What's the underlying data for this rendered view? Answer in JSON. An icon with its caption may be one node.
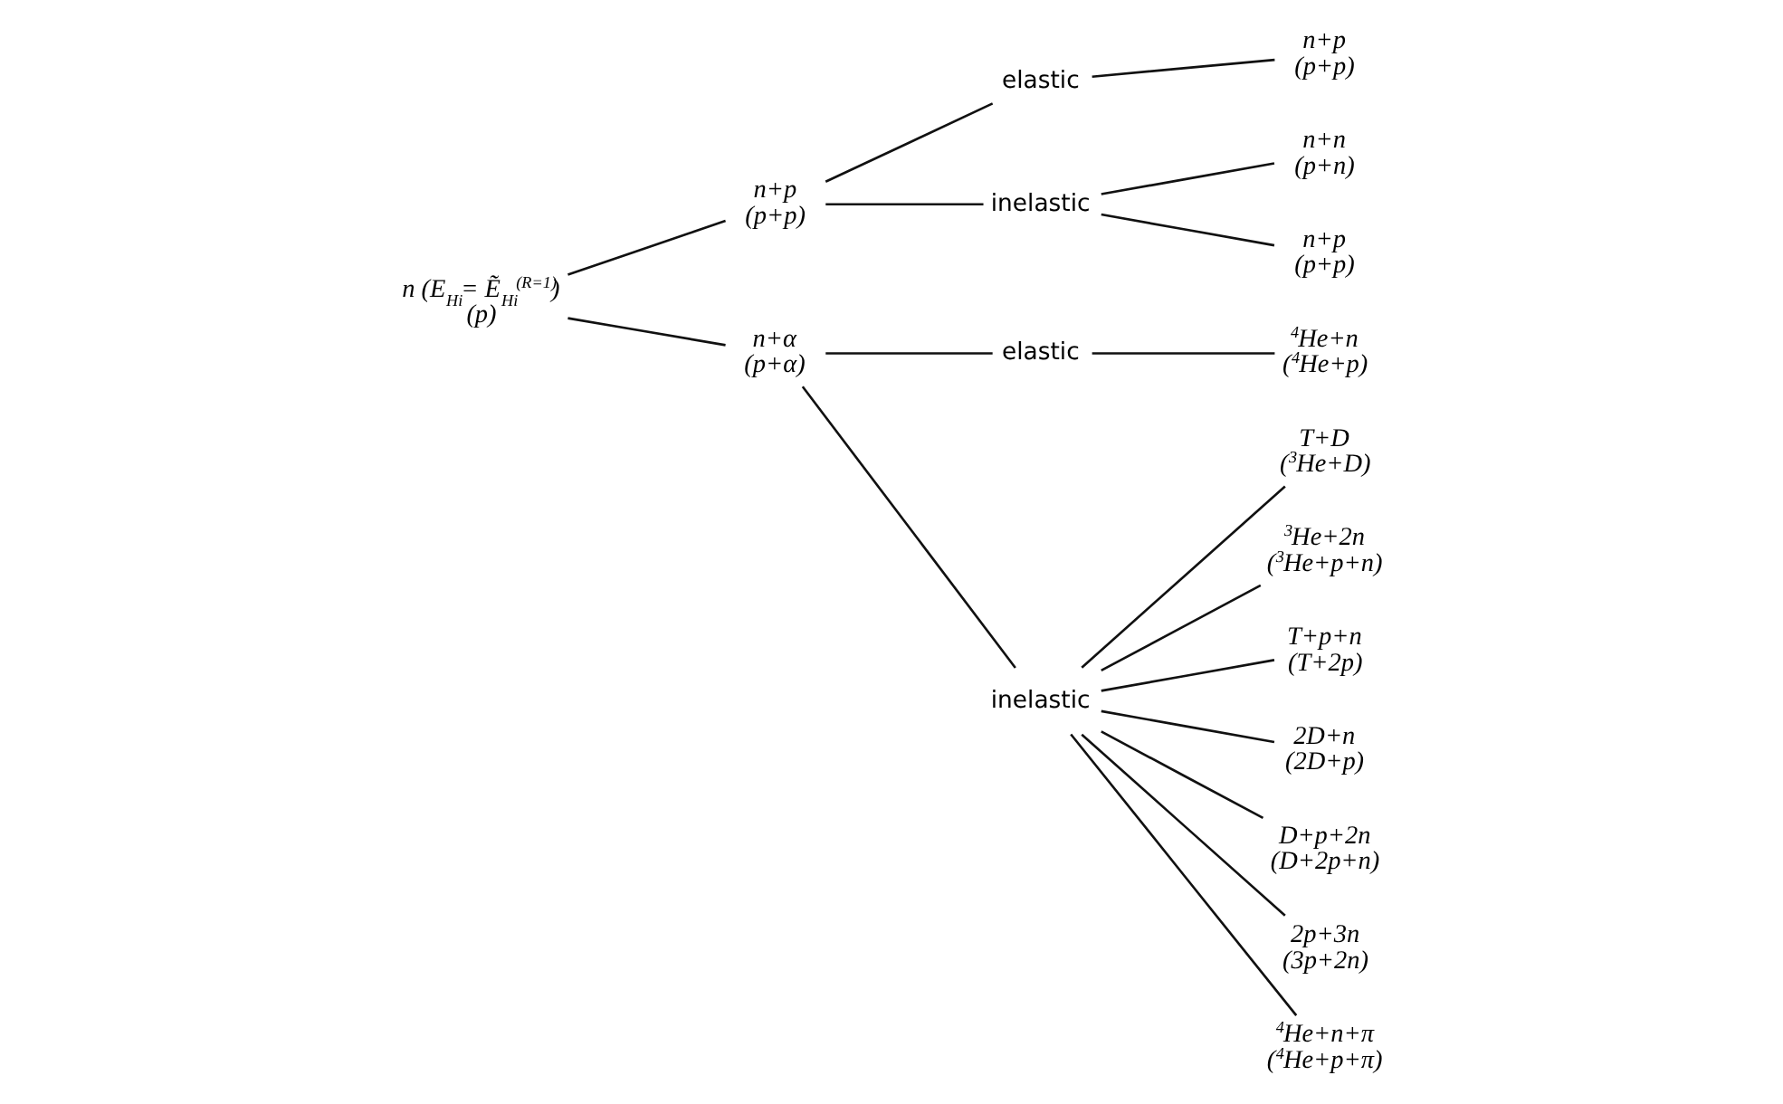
{
  "diagram": {
    "nodes": [
      {
        "text": [
          "n (E$_{Hi}$= Ẽ$_{Hi}$$^{(R=1)}$)",
          "(p)"
        ]
      },
      {
        "text": [
          "n+p",
          "(p+p)"
        ]
      },
      {
        "text": [
          "n+α",
          "(p+α)"
        ]
      },
      {
        "text": [
          "elastic"
        ]
      },
      {
        "text": [
          "inelastic"
        ]
      },
      {
        "text": [
          "n+p",
          "(p+p)"
        ]
      },
      {
        "text": [
          "n+n",
          "(p+n)"
        ]
      },
      {
        "text": [
          "n+p",
          "(p+p)"
        ]
      },
      {
        "text": [
          "elastic"
        ]
      },
      {
        "text": [
          "inelastic"
        ]
      },
      {
        "text": [
          "$^{4}$He+n",
          "($^{4}$He+p)"
        ]
      },
      {
        "text": [
          "T+D",
          "($^{3}$He+D)"
        ]
      },
      {
        "text": [
          "$^{3}$He+2n",
          "($^{3}$He+p+n)"
        ]
      },
      {
        "text": [
          "T+p+n",
          "(T+2p)"
        ]
      },
      {
        "text": [
          "2D+n",
          "(2D+p)"
        ]
      },
      {
        "text": [
          "D+p+2n",
          "(D+2p+n)"
        ]
      },
      {
        "text": [
          "2p+3n",
          "(3p+2n)"
        ]
      },
      {
        "text": [
          "$^{4}$He+n+π",
          "($^{4}$He+p+π)"
        ]
      }
    ],
    "edges": [
      {
        "from": 0,
        "to": 1,
        "arrow": "none"
      },
      {
        "from": 0,
        "to": 2,
        "arrow": "none"
      },
      {
        "from": 1,
        "to": 3,
        "arrow": "none"
      },
      {
        "from": 1,
        "to": 4,
        "arrow": "none"
      },
      {
        "from": 3,
        "to": 5,
        "arrow": "none"
      },
      {
        "from": 4,
        "to": 6,
        "arrow": "none"
      },
      {
        "from": 4,
        "to": 7,
        "arrow": "none"
      },
      {
        "from": 2,
        "to": 8,
        "arrow": "none"
      },
      {
        "from": 2,
        "to": 9,
        "arrow": "none"
      },
      {
        "from": 8,
        "to": 10,
        "arrow": "none"
      },
      {
        "from": 9,
        "to": 11,
        "arrow": "none"
      },
      {
        "from": 9,
        "to": 12,
        "arrow": "none"
      },
      {
        "from": 9,
        "to": 13,
        "arrow": "none"
      },
      {
        "from": 9,
        "to": 14,
        "arrow": "none"
      },
      {
        "from": 9,
        "to": 15,
        "arrow": "none"
      },
      {
        "from": 9,
        "to": 16,
        "arrow": "none"
      },
      {
        "from": 9,
        "to": 17,
        "arrow": "none"
      }
    ]
  }
}
